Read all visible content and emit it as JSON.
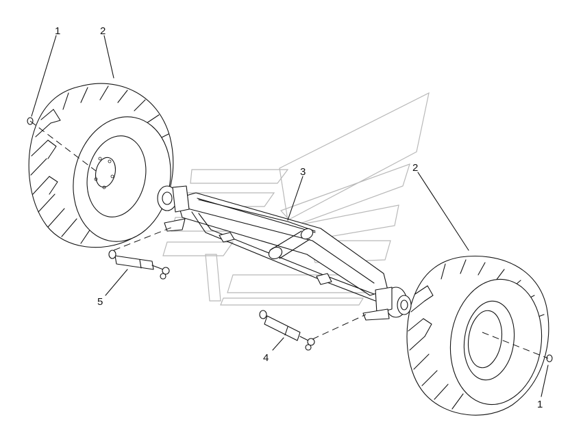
{
  "callouts": [
    {
      "id": "nut-left",
      "label": "1"
    },
    {
      "id": "wheel-left",
      "label": "2"
    },
    {
      "id": "axle-beam",
      "label": "3"
    },
    {
      "id": "steering-cylinder-right",
      "label": "4"
    },
    {
      "id": "steering-cylinder-left",
      "label": "5"
    },
    {
      "id": "wheel-right",
      "label": "2"
    },
    {
      "id": "nut-right",
      "label": "1"
    }
  ]
}
